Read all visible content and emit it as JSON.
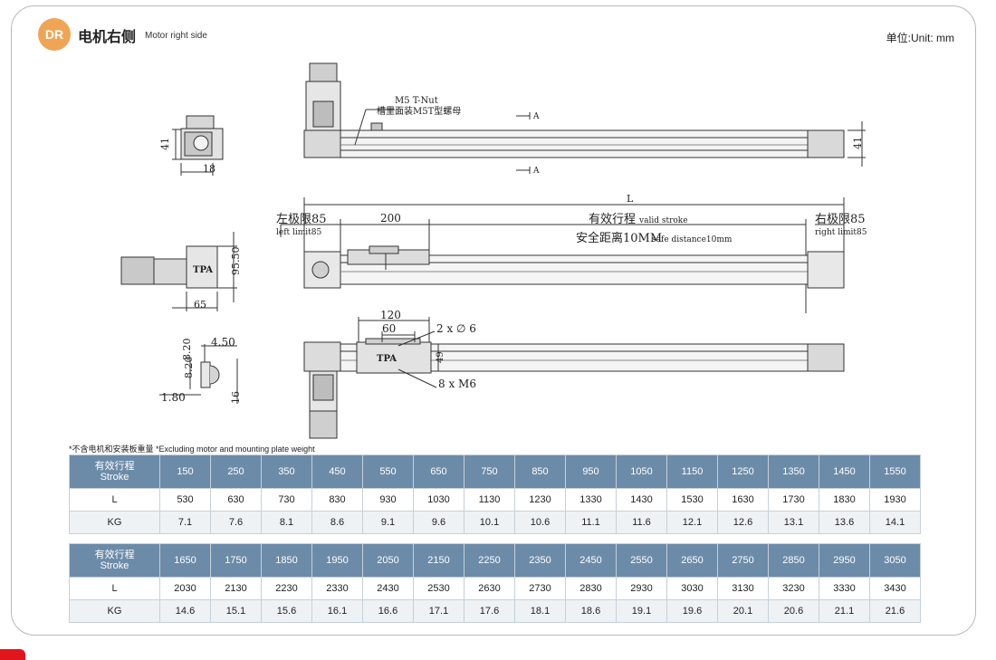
{
  "header": {
    "badge": "DR",
    "title_cn": "电机右侧",
    "title_en": "Motor right side",
    "unit": "单位:Unit: mm"
  },
  "drawing": {
    "nut_en": "M5 T-Nut",
    "nut_cn": "槽里面装M5T型螺母",
    "section": "A",
    "dim_41": "41",
    "dim_18": "18",
    "dim_L": "L",
    "left_limit_cn": "左极限85",
    "left_limit_en": "left limit85",
    "dim_200": "200",
    "valid_cn": "有效行程",
    "valid_en": "valid stroke",
    "safe_cn": "安全距离10MM",
    "safe_en": "safe distance10mm",
    "right_limit_cn": "右极限85",
    "right_limit_en": "right limit85",
    "dim_95_50": "95.50",
    "dim_65": "65",
    "dim_4_50": "4.50",
    "dim_8_20": "8.20",
    "dim_1_80": "1.80",
    "dim_16": "16",
    "dim_120": "120",
    "dim_60": "60",
    "holes_phi": "2 x ∅ 6",
    "dim_49": "49",
    "holes_m6": "8 x M6",
    "logo": "TPA"
  },
  "note": "*不含电机和安装板重量 *Excluding motor and mounting plate weight",
  "tables": [
    {
      "header_cn": "有效行程",
      "header_en": "Stroke",
      "strokes": [
        "150",
        "250",
        "350",
        "450",
        "550",
        "650",
        "750",
        "850",
        "950",
        "1050",
        "1150",
        "1250",
        "1350",
        "1450",
        "1550"
      ],
      "L_label": "L",
      "L": [
        "530",
        "630",
        "730",
        "830",
        "930",
        "1030",
        "1130",
        "1230",
        "1330",
        "1430",
        "1530",
        "1630",
        "1730",
        "1830",
        "1930"
      ],
      "KG_label": "KG",
      "KG": [
        "7.1",
        "7.6",
        "8.1",
        "8.6",
        "9.1",
        "9.6",
        "10.1",
        "10.6",
        "11.1",
        "11.6",
        "12.1",
        "12.6",
        "13.1",
        "13.6",
        "14.1"
      ]
    },
    {
      "header_cn": "有效行程",
      "header_en": "Stroke",
      "strokes": [
        "1650",
        "1750",
        "1850",
        "1950",
        "2050",
        "2150",
        "2250",
        "2350",
        "2450",
        "2550",
        "2650",
        "2750",
        "2850",
        "2950",
        "3050"
      ],
      "L_label": "L",
      "L": [
        "2030",
        "2130",
        "2230",
        "2330",
        "2430",
        "2530",
        "2630",
        "2730",
        "2830",
        "2930",
        "3030",
        "3130",
        "3230",
        "3330",
        "3430"
      ],
      "KG_label": "KG",
      "KG": [
        "14.6",
        "15.1",
        "15.6",
        "16.1",
        "16.6",
        "17.1",
        "17.6",
        "18.1",
        "18.6",
        "19.1",
        "19.6",
        "20.1",
        "20.6",
        "21.1",
        "21.6"
      ]
    }
  ],
  "colors": {
    "accent": "#f0a455",
    "table_header": "#6c8ba9",
    "row_alt": "#eef2f5",
    "brand_red": "#e0161c"
  }
}
